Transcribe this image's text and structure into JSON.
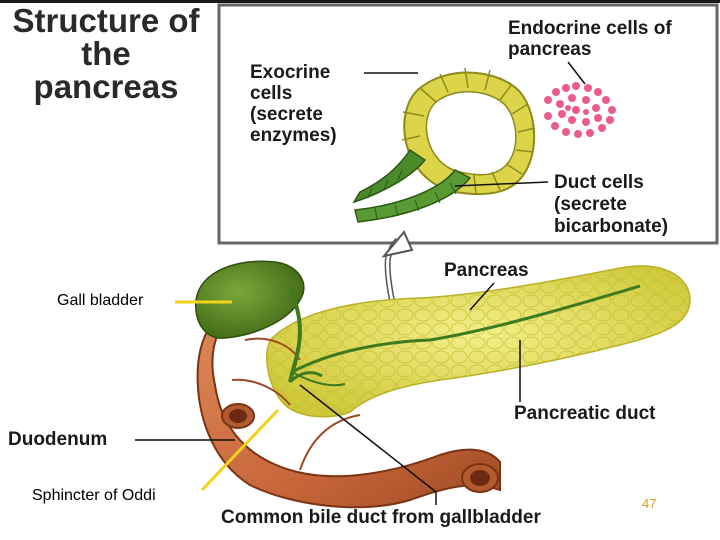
{
  "diagram": {
    "title": "Structure of the pancreas",
    "labels": {
      "exocrine_cells": "Exocrine cells (secrete enzymes)",
      "endocrine_cells": "Endocrine cells of pancreas",
      "duct_cells": "Duct cells (secrete bicarbonate)",
      "pancreas": "Pancreas",
      "gall_bladder": "Gall bladder",
      "pancreatic_duct": "Pancreatic duct",
      "duodenum": "Duodenum",
      "sphincter_of_oddi": "Sphincter of Oddi",
      "common_bile_duct": "Common bile duct from gallbladder"
    },
    "page_number": "47"
  },
  "colors": {
    "pancreas_yellow": "#e8e25a",
    "duodenum_orange": "#c8663a",
    "gallbladder_green": "#4f7a1e",
    "duct_green": "#4a8a2a",
    "endocrine_pink": "#ec5c8a",
    "leader_line_yellow": "#f2d21a",
    "page_number": "#d49a1f"
  }
}
